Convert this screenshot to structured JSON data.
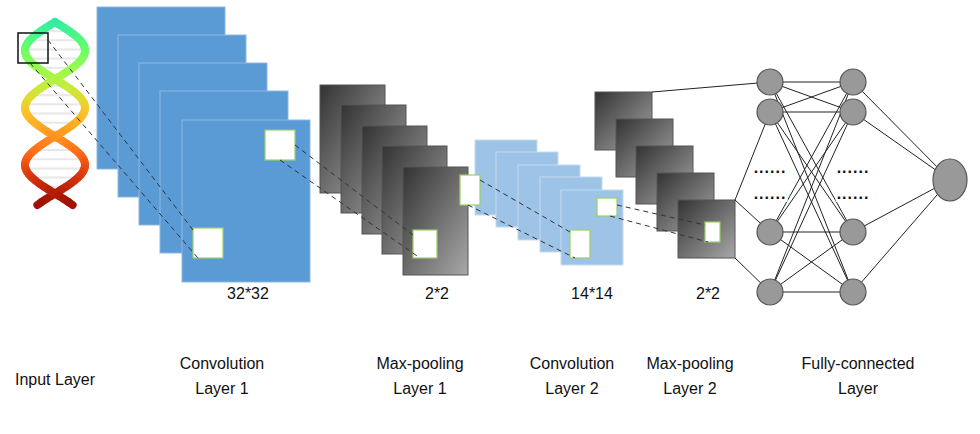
{
  "diagram": {
    "labels": [
      "32*32",
      "2*2",
      "14*14",
      "2*2",
      "Input Layer",
      "Convolution Layer 1",
      "Max-pooling Layer 1",
      "Convolution Layer 2",
      "Max-pooling Layer 2",
      "Fully-connected Layer",
      "......",
      "......",
      "......",
      "......"
    ]
  }
}
